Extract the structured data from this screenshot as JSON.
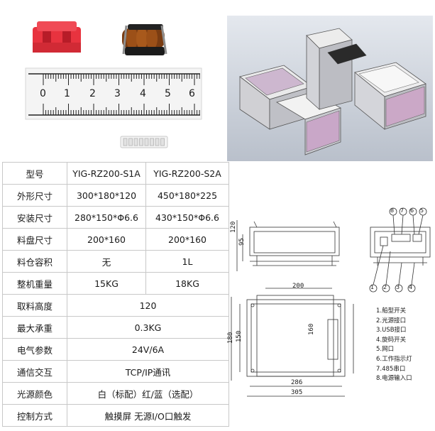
{
  "ruler": {
    "numbers": [
      "0",
      "1",
      "2",
      "3",
      "4",
      "5",
      "6"
    ]
  },
  "spec_table": {
    "header": {
      "label": "型号",
      "col1": "YIG-RZ200-S1A",
      "col2": "YIG-RZ200-S2A"
    },
    "rows": [
      {
        "label": "外形尺寸",
        "col1": "300*180*120",
        "col2": "450*180*225"
      },
      {
        "label": "安装尺寸",
        "col1": "280*150*Φ6.6",
        "col2": "430*150*Φ6.6"
      },
      {
        "label": "料盘尺寸",
        "col1": "200*160",
        "col2": "200*160"
      },
      {
        "label": "料仓容积",
        "col1": "无",
        "col2": "1L"
      },
      {
        "label": "整机重量",
        "col1": "15KG",
        "col2": "18KG"
      }
    ],
    "span_rows": [
      {
        "label": "取料高度",
        "value": "120"
      },
      {
        "label": "最大承重",
        "value": "0.3KG"
      },
      {
        "label": "电气参数",
        "value": "24V/6A"
      },
      {
        "label": "通信交互",
        "value": "TCP/IP通讯"
      },
      {
        "label": "光源颜色",
        "value": "白（标配）红/蓝（选配）"
      },
      {
        "label": "控制方式",
        "value": "触摸屏 无源I/O口触发"
      }
    ]
  },
  "drawing": {
    "side_dims": {
      "height_total": "120",
      "height_inner": "95"
    },
    "top_dims": {
      "tray_width": "200",
      "depth_outer": "180",
      "depth_mount": "150",
      "tray_depth": "160",
      "mount_width": "286",
      "width_outer": "305"
    },
    "callout_numbers": [
      "1",
      "2",
      "3",
      "4",
      "5",
      "6",
      "7",
      "8"
    ],
    "legend": [
      "1.船型开关",
      "2.光源接口",
      "3.USB接口",
      "4.旋码开关",
      "5.网口",
      "6.工作指示灯",
      "7.485串口",
      "8.电源输入口"
    ]
  }
}
